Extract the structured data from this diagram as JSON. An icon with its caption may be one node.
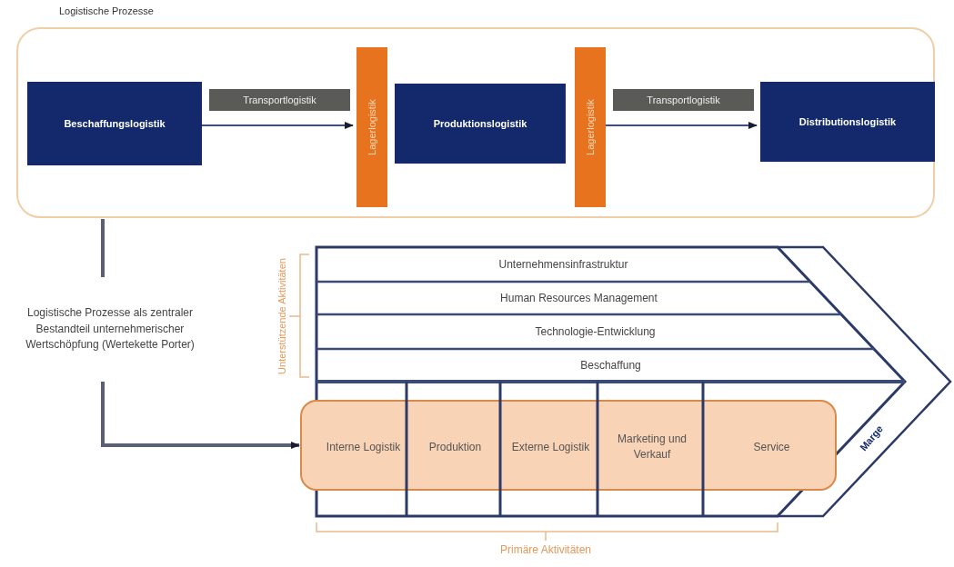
{
  "diagram": {
    "nodes": [
      {
        "text": [
          "Logistische Prozesse"
        ]
      },
      {
        "text": [
          "Beschaffungslogistik"
        ],
        "in": 0
      },
      {
        "text": [
          "Transportlogistik"
        ],
        "in": 0
      },
      {
        "text": [
          "Lagerlogistik"
        ],
        "in": 0
      },
      {
        "text": [
          "Produktionslogistik"
        ],
        "in": 0
      },
      {
        "text": [
          "Lagerlogistik"
        ],
        "in": 0
      },
      {
        "text": [
          "Transportlogistik"
        ],
        "in": 0
      },
      {
        "text": [
          "Distributionslogistik"
        ],
        "in": 0
      },
      {
        "text": [
          "Logistische Prozesse als zentraler Bestandteil unternehmerischer Wertschöpfung (Wertekette Porter)"
        ]
      },
      {
        "text": [
          "Marge"
        ]
      },
      {
        "text": [
          "Unternehmensinfrastruktur"
        ],
        "in": 9
      },
      {
        "text": [
          "Human Resources Management"
        ],
        "in": 9
      },
      {
        "text": [
          "Technologie-Entwicklung"
        ],
        "in": 9
      },
      {
        "text": [
          "Beschaffung"
        ],
        "in": 9
      },
      {
        "text": [],
        "shape": "box"
      },
      {
        "text": [
          "Interne Logistik"
        ],
        "in": 14
      },
      {
        "text": [
          "Produktion"
        ],
        "in": 14
      },
      {
        "text": [
          "Externe Logistik"
        ],
        "in": 14
      },
      {
        "text": [
          "Marketing und Verkauf"
        ],
        "in": 14
      },
      {
        "text": [
          "Service"
        ],
        "in": 14
      }
    ],
    "edges": [
      {
        "from": 1,
        "to": 3,
        "arrow": "to"
      },
      {
        "from": 5,
        "to": 7,
        "arrow": "to"
      },
      {
        "from": 0,
        "to": 8,
        "arrow": "none",
        "style": "thick"
      },
      {
        "from": 8,
        "to": 14,
        "arrow": "to",
        "style": "thick"
      }
    ],
    "labels": [
      "Unterstützende Aktivitäten",
      "Primäre Aktivitäten"
    ]
  }
}
